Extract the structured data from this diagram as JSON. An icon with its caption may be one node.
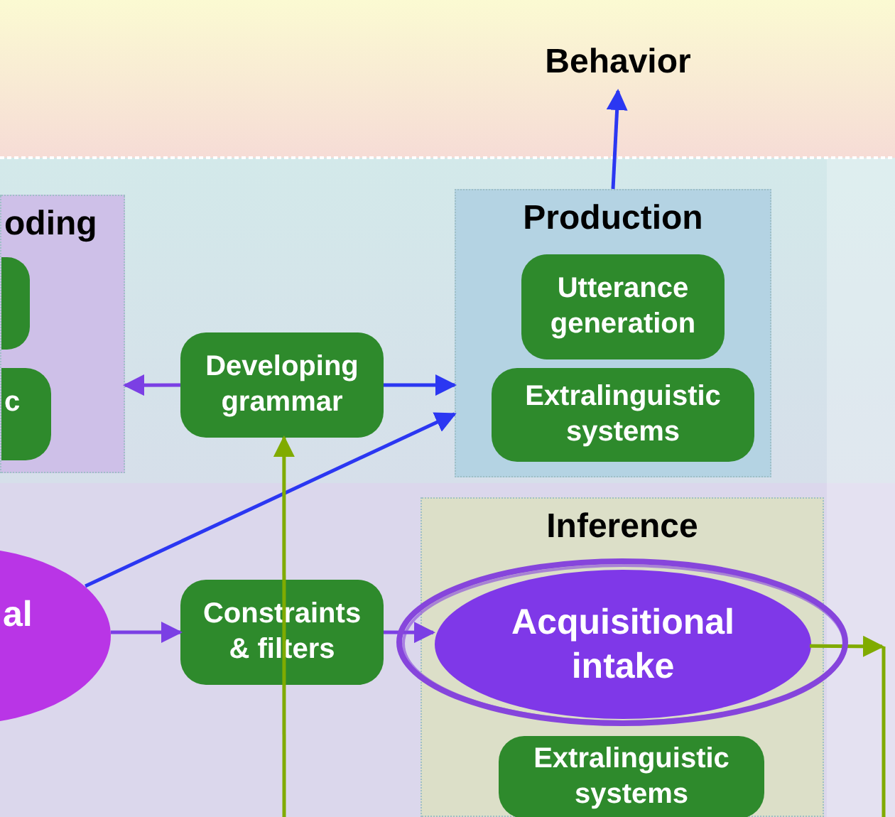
{
  "diagram": {
    "nodes": [
      {
        "text": [
          "Behavior"
        ]
      },
      {
        "text": [
          "oding"
        ]
      },
      {
        "text": [],
        "shape": "box",
        "in": 1
      },
      {
        "text": [
          "c"
        ],
        "in": 1
      },
      {
        "text": [
          "Developing grammar"
        ]
      },
      {
        "text": [
          "Production"
        ]
      },
      {
        "text": [
          "Utterance generation"
        ],
        "in": 5
      },
      {
        "text": [
          "Extralinguistic systems"
        ],
        "in": 5
      },
      {
        "text": [
          "al"
        ]
      },
      {
        "text": [
          "Constraints & filters"
        ]
      },
      {
        "text": [
          "Inference"
        ]
      },
      {
        "text": [
          "Acquisitional intake"
        ],
        "in": 10
      },
      {
        "text": [
          "Extralinguistic systems"
        ],
        "in": 10
      }
    ],
    "edges": [
      {
        "from": 5,
        "to": 0,
        "arrow": "to"
      },
      {
        "from": 4,
        "to": 1,
        "arrow": "to",
        "color": "#7b3fe4"
      },
      {
        "from": 4,
        "to": 5,
        "arrow": "to"
      },
      {
        "from": 8,
        "to": 5,
        "arrow": "to"
      },
      {
        "from": null,
        "to": 4,
        "arrow": "to",
        "color": "#80ab00"
      },
      {
        "from": 8,
        "to": 9,
        "arrow": "to",
        "color": "#7b3fe4"
      },
      {
        "from": 9,
        "to": 11,
        "arrow": "to",
        "color": "#7b3fe4"
      },
      {
        "from": 11,
        "to": null,
        "arrow": "to",
        "color": "#80ab00"
      }
    ]
  }
}
